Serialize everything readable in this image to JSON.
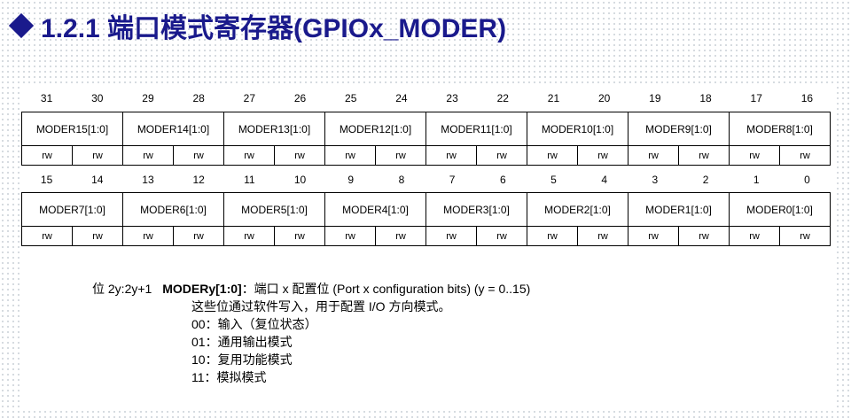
{
  "title": "1.2.1 端口模式寄存器(GPIOx_MODER)",
  "register": {
    "upper": {
      "bits": [
        "31",
        "30",
        "29",
        "28",
        "27",
        "26",
        "25",
        "24",
        "23",
        "22",
        "21",
        "20",
        "19",
        "18",
        "17",
        "16"
      ],
      "fields": [
        "MODER15[1:0]",
        "MODER14[1:0]",
        "MODER13[1:0]",
        "MODER12[1:0]",
        "MODER11[1:0]",
        "MODER10[1:0]",
        "MODER9[1:0]",
        "MODER8[1:0]"
      ],
      "access": [
        "rw",
        "rw",
        "rw",
        "rw",
        "rw",
        "rw",
        "rw",
        "rw",
        "rw",
        "rw",
        "rw",
        "rw",
        "rw",
        "rw",
        "rw",
        "rw"
      ]
    },
    "lower": {
      "bits": [
        "15",
        "14",
        "13",
        "12",
        "11",
        "10",
        "9",
        "8",
        "7",
        "6",
        "5",
        "4",
        "3",
        "2",
        "1",
        "0"
      ],
      "fields": [
        "MODER7[1:0]",
        "MODER6[1:0]",
        "MODER5[1:0]",
        "MODER4[1:0]",
        "MODER3[1:0]",
        "MODER2[1:0]",
        "MODER1[1:0]",
        "MODER0[1:0]"
      ],
      "access": [
        "rw",
        "rw",
        "rw",
        "rw",
        "rw",
        "rw",
        "rw",
        "rw",
        "rw",
        "rw",
        "rw",
        "rw",
        "rw",
        "rw",
        "rw",
        "rw"
      ]
    }
  },
  "description": {
    "bit_range": "位 2y:2y+1",
    "field_name": "MODERy[1:0]",
    "field_summary": "：端口 x 配置位 (Port x configuration bits) (y = 0..15)",
    "detail": "这些位通过软件写入，用于配置 I/O 方向模式。",
    "values": [
      "00：输入（复位状态）",
      "01：通用输出模式",
      "10：复用功能模式",
      "11：模拟模式"
    ]
  }
}
